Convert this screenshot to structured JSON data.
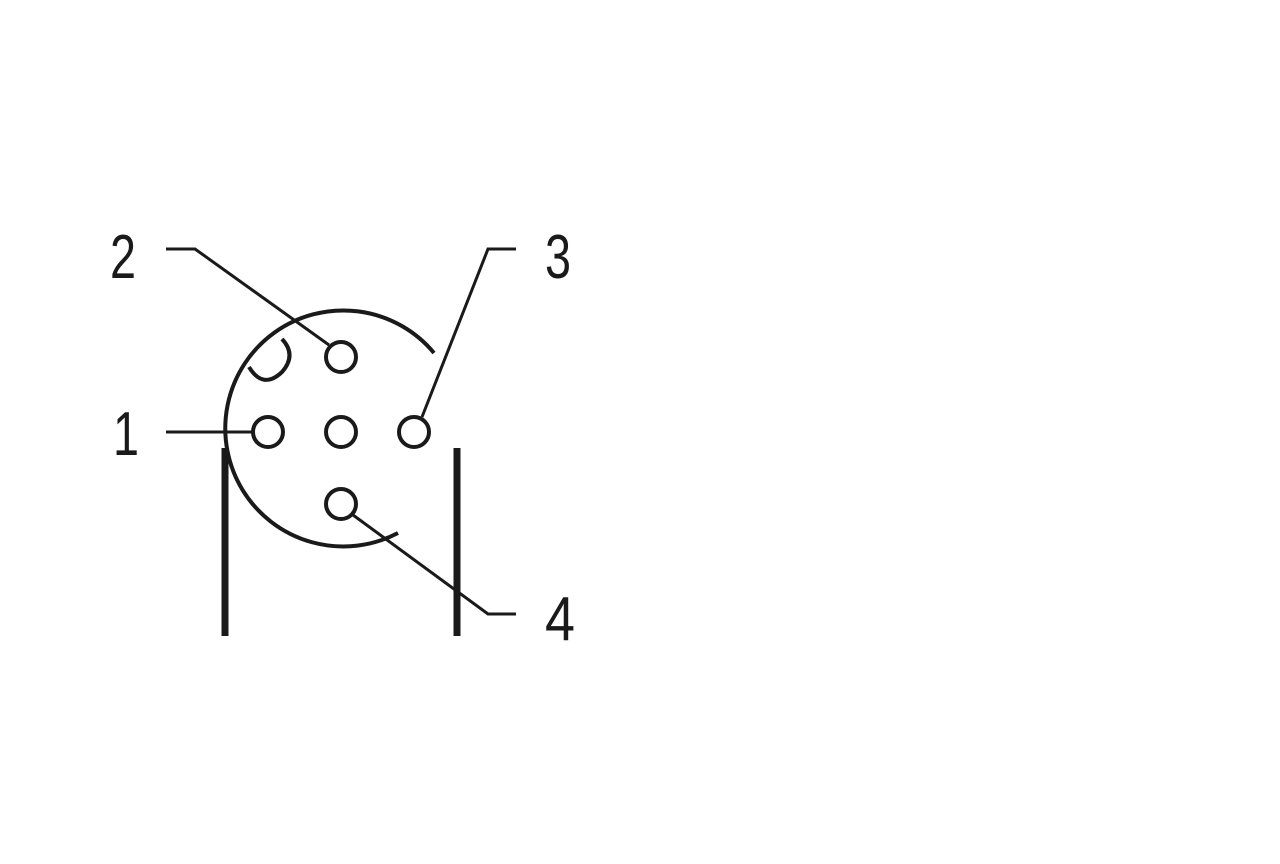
{
  "diagram": {
    "type": "connector-pinout",
    "pins": [
      {
        "number": "1",
        "label": "1"
      },
      {
        "number": "2",
        "label": "2"
      },
      {
        "number": "3",
        "label": "3"
      },
      {
        "number": "4",
        "label": "4"
      }
    ],
    "unlabeled_pins": 1,
    "colors": {
      "stroke": "#1a1a1a",
      "background": "#ffffff"
    }
  }
}
